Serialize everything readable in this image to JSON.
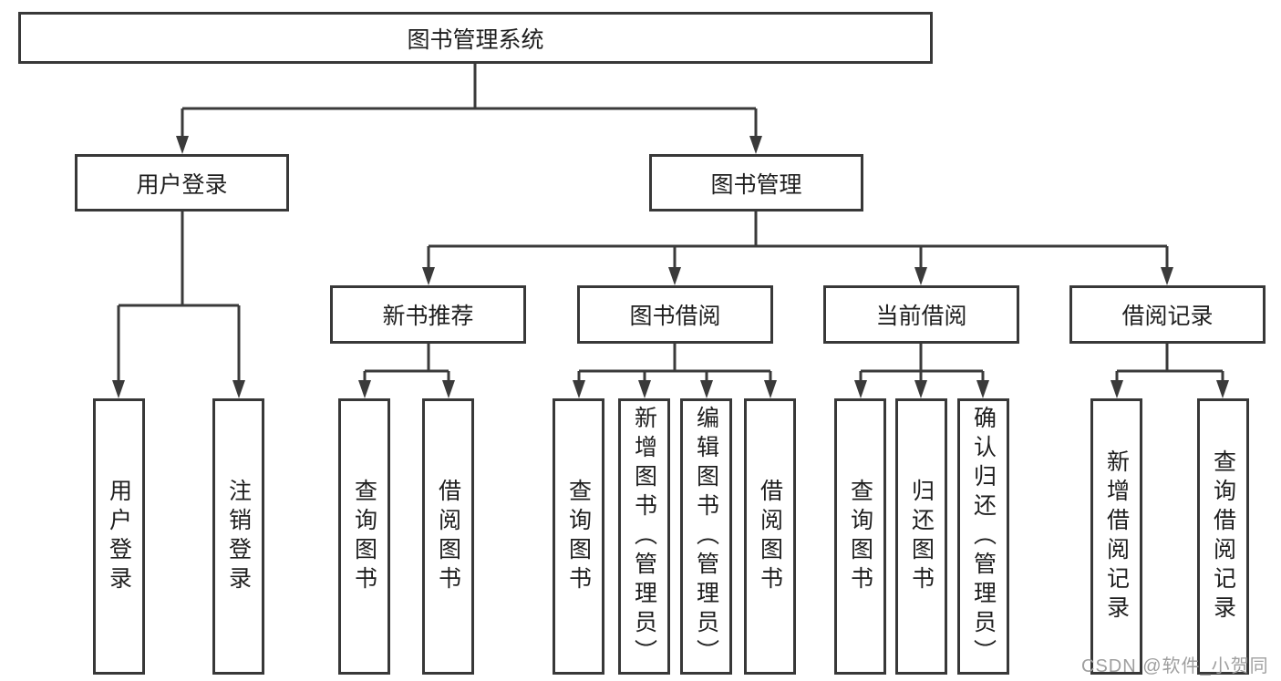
{
  "diagram_type": "tree",
  "colors": {
    "line": "#3a3a3a",
    "border": "#383838",
    "text": "#1e1e1e",
    "watermark": "#9f9f9f",
    "background": "#ffffff"
  },
  "tree": {
    "root": {
      "label": "图书管理系统",
      "children": [
        {
          "label": "用户登录",
          "children": [
            {
              "label": "用户登录"
            },
            {
              "label": "注销登录"
            }
          ]
        },
        {
          "label": "图书管理",
          "children": [
            {
              "label": "新书推荐",
              "children": [
                {
                  "label": "查询图书"
                },
                {
                  "label": "借阅图书"
                }
              ]
            },
            {
              "label": "图书借阅",
              "children": [
                {
                  "label": "查询图书"
                },
                {
                  "label": "新增图书（管理员）"
                },
                {
                  "label": "编辑图书（管理员）"
                },
                {
                  "label": "借阅图书"
                }
              ]
            },
            {
              "label": "当前借阅",
              "children": [
                {
                  "label": "查询图书"
                },
                {
                  "label": "归还图书"
                },
                {
                  "label": "确认归还（管理员）"
                }
              ]
            },
            {
              "label": "借阅记录",
              "children": [
                {
                  "label": "新增借阅记录"
                },
                {
                  "label": "查询借阅记录"
                }
              ]
            }
          ]
        }
      ]
    }
  },
  "watermark": {
    "text": "CSDN @软件_小贺同学"
  }
}
